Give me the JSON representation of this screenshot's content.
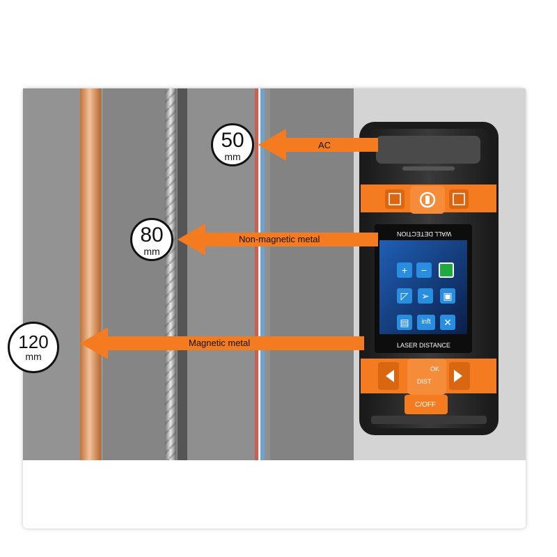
{
  "distances": [
    {
      "value": "50",
      "unit": "mm",
      "label": "AC"
    },
    {
      "value": "80",
      "unit": "mm",
      "label": "Non-magnetic metal"
    },
    {
      "value": "120",
      "unit": "mm",
      "label": "Magnetic metal"
    }
  ],
  "device": {
    "screen_top_text": "WALL DETECTION",
    "screen_bottom_text": "LASER DISTANCE",
    "icons": [
      "plus-icon",
      "minus-icon",
      "green-square-icon",
      "angle-icon",
      "laser-icon",
      "save-icon",
      "level-icon",
      "inft-icon",
      "mute-icon"
    ],
    "inft_label": "inft",
    "ok_label": "OK",
    "dist_label": "DIST",
    "power_label": "C/OFF"
  },
  "colors": {
    "accent": "#f47b20",
    "wall": "#8e8e8e",
    "copper": "#d78a52",
    "device": "#2a2a2a"
  }
}
